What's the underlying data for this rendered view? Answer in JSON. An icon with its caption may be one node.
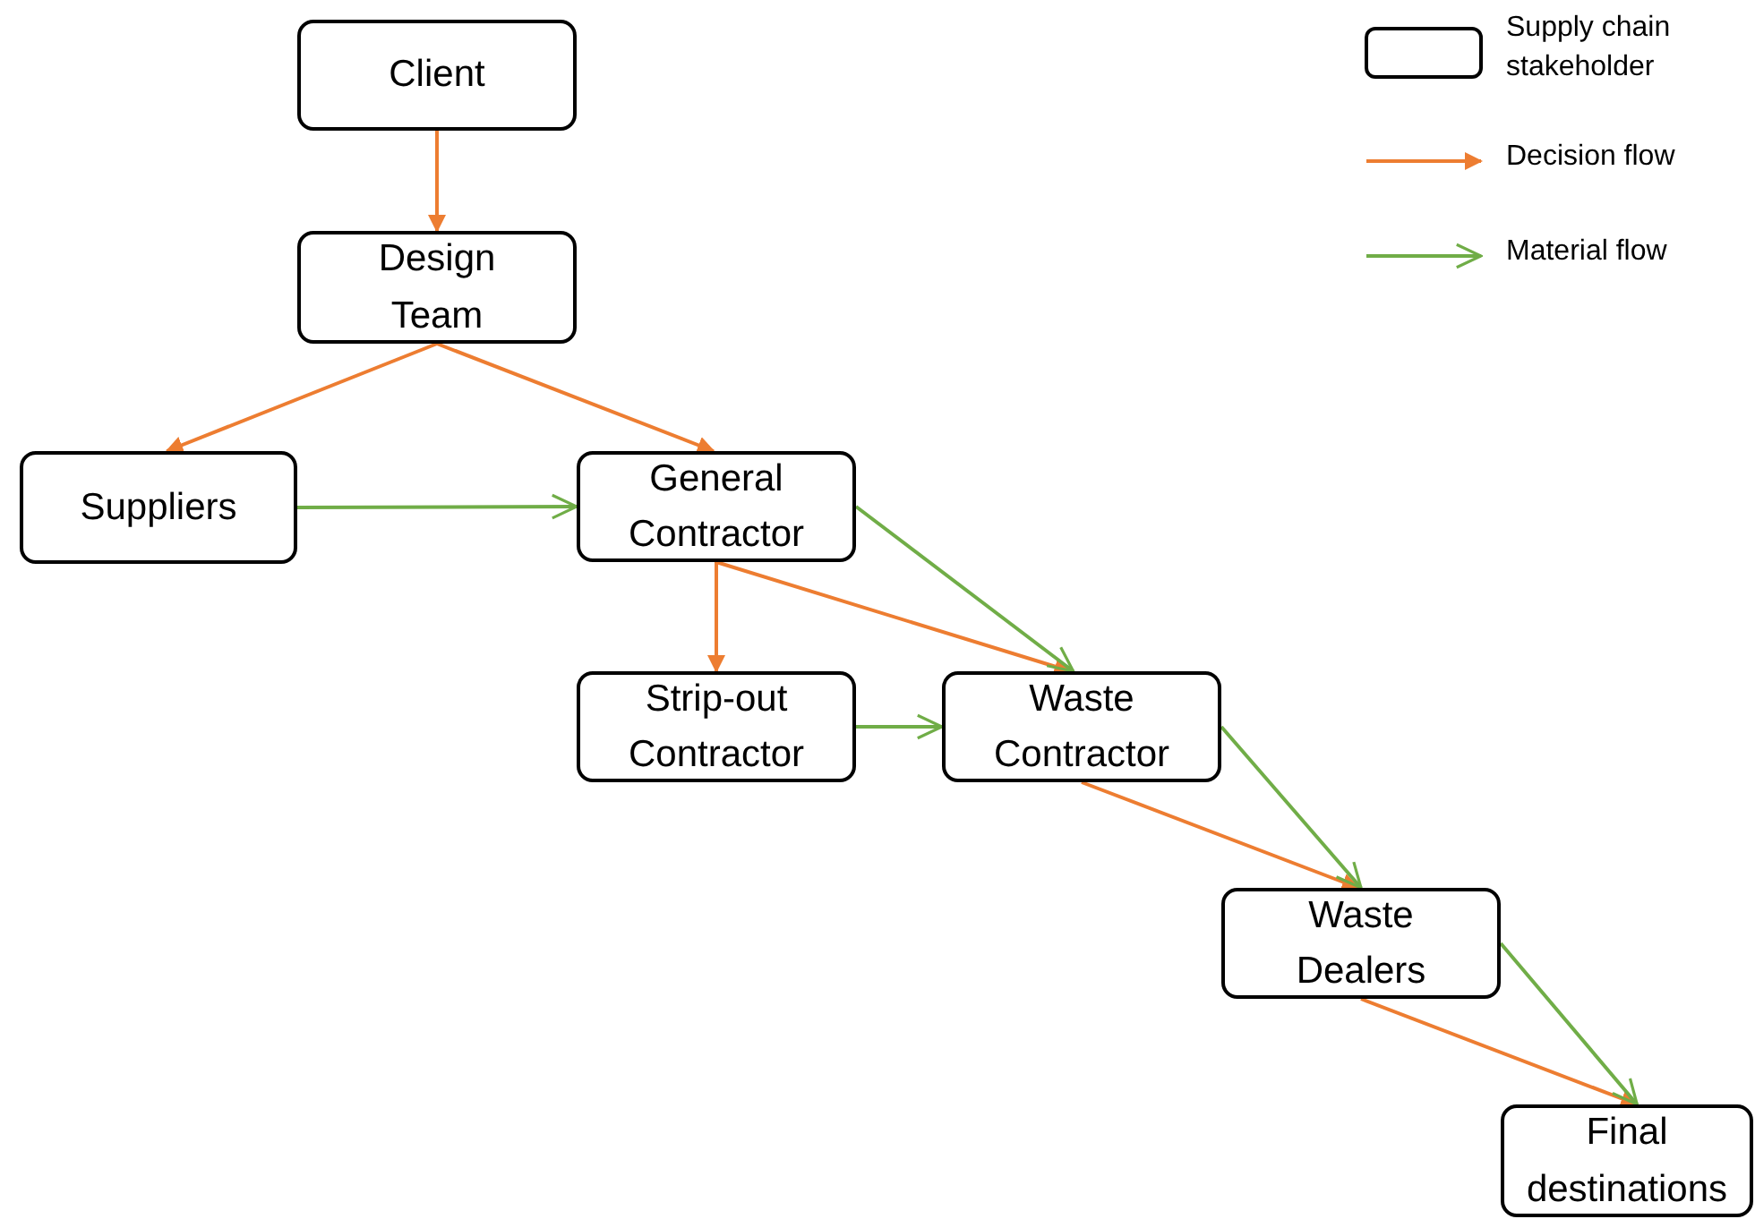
{
  "diagram": {
    "nodes": [
      {
        "text": [
          "Client"
        ]
      },
      {
        "text": [
          "Design Team"
        ]
      },
      {
        "text": [
          "Suppliers"
        ]
      },
      {
        "text": [
          "General Contractor"
        ]
      },
      {
        "text": [
          "Strip-out Contractor"
        ]
      },
      {
        "text": [
          "Waste Contractor"
        ]
      },
      {
        "text": [
          "Waste Dealers"
        ]
      },
      {
        "text": [
          "Final destinations"
        ]
      }
    ],
    "edges": [
      {
        "from": 0,
        "to": 1,
        "arrow": "to"
      },
      {
        "from": 1,
        "to": 2,
        "arrow": "to"
      },
      {
        "from": 1,
        "to": 3,
        "arrow": "to"
      },
      {
        "from": 2,
        "to": 3,
        "arrow": "to",
        "color": "#70ad47"
      },
      {
        "from": 3,
        "to": 4,
        "arrow": "to"
      },
      {
        "from": 3,
        "to": 5,
        "arrow": "to"
      },
      {
        "from": 3,
        "to": 5,
        "arrow": "to",
        "color": "#70ad47"
      },
      {
        "from": 4,
        "to": 5,
        "arrow": "to",
        "color": "#70ad47"
      },
      {
        "from": 5,
        "to": 6,
        "arrow": "to"
      },
      {
        "from": 5,
        "to": 6,
        "arrow": "to",
        "color": "#70ad47"
      },
      {
        "from": 6,
        "to": 7,
        "arrow": "to"
      },
      {
        "from": 6,
        "to": 7,
        "arrow": "to",
        "color": "#70ad47"
      }
    ],
    "legend": [
      {
        "text": "Supply chain stakeholder"
      },
      {
        "text": "Decision flow"
      },
      {
        "text": "Material flow"
      }
    ]
  }
}
